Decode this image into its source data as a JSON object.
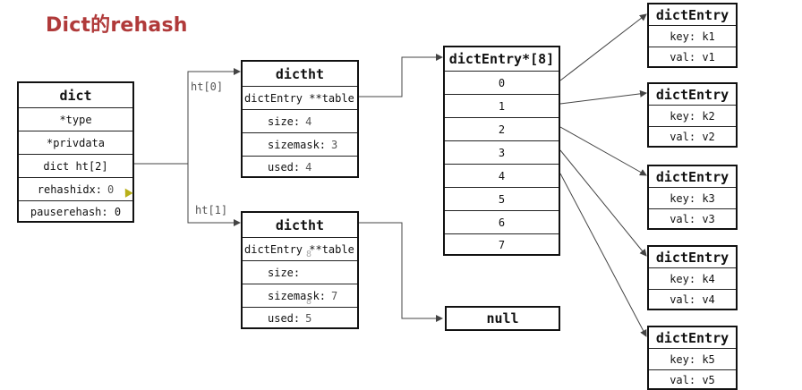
{
  "title": "Dict的rehash",
  "dict": {
    "header": "dict",
    "rows": [
      "*type",
      "*privdata",
      "dict ht[2]",
      "rehashidx:",
      "pauserehash: 0"
    ],
    "rehashidx_value": "0"
  },
  "labels": {
    "ht0": "ht[0]",
    "ht1": "ht[1]"
  },
  "ht0": {
    "header": "dictht",
    "table": "dictEntry **table",
    "size_label": "size:",
    "size": "4",
    "sizemask_label": "sizemask:",
    "sizemask": "3",
    "used_label": "used:",
    "used": "4"
  },
  "ht1": {
    "header": "dictht",
    "table": "dictEntry **table",
    "size_label": "size:",
    "size_ghost": "8",
    "sizemask_label": "sizemask:",
    "sizemask": "7",
    "sizemask_ghost": "8",
    "used_label": "used:",
    "used": "5"
  },
  "array": {
    "header": "dictEntry*[8]",
    "slots": [
      "0",
      "1",
      "2",
      "3",
      "4",
      "5",
      "6",
      "7"
    ]
  },
  "null_box": "null",
  "entries": [
    {
      "header": "dictEntry",
      "key": "key: k1",
      "val": "val: v1"
    },
    {
      "header": "dictEntry",
      "key": "key: k2",
      "val": "val: v2"
    },
    {
      "header": "dictEntry",
      "key": "key: k3",
      "val": "val: v3"
    },
    {
      "header": "dictEntry",
      "key": "key: k4",
      "val": "val: v4"
    },
    {
      "header": "dictEntry",
      "key": "key: k5",
      "val": "val: v5"
    }
  ]
}
